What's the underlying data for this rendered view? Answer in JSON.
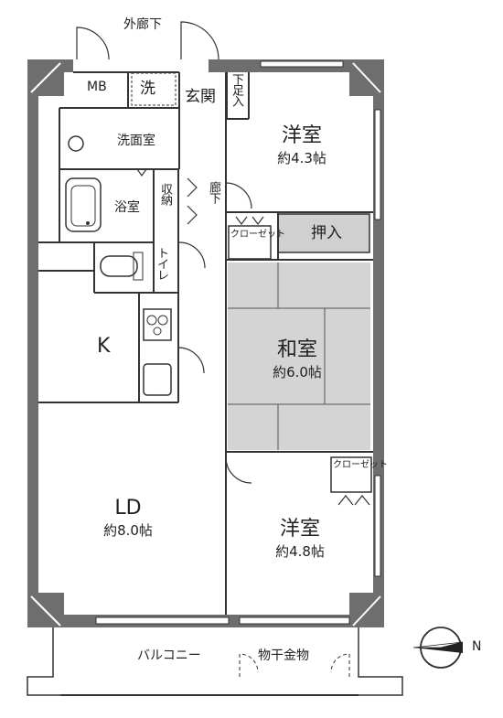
{
  "plan": {
    "rooms": {
      "corridor_outside": "外廊下",
      "mb": "MB",
      "washer": "洗",
      "entrance": "玄関",
      "shoe_storage": "下足入",
      "washroom": "洗面室",
      "bath": "浴室",
      "storage": "収納",
      "hallway": "廊下",
      "toilet": "トイレ",
      "kitchen": "K",
      "western1": {
        "name": "洋室",
        "size": "約4.3帖"
      },
      "closet1": "クローゼット",
      "oshiire": "押入",
      "japanese": {
        "name": "和室",
        "size": "約6.0帖"
      },
      "closet2": "クローゼット",
      "ld": {
        "name": "LD",
        "size": "約8.0帖"
      },
      "western2": {
        "name": "洋室",
        "size": "約4.8帖"
      },
      "balcony": "バルコニー",
      "drying_rack": "物干金物"
    },
    "compass": {
      "north": "N"
    },
    "colors": {
      "wall": "#6e6e6e",
      "floor_gray": "#d0d0d0",
      "line": "#333333"
    }
  }
}
